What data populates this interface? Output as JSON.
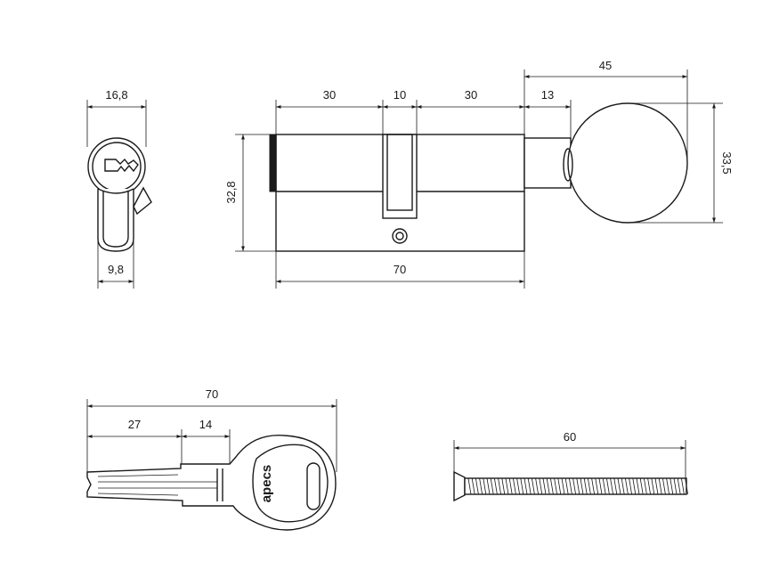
{
  "side_view": {
    "width_label": "16,8",
    "bottom_label": "9,8"
  },
  "front_view": {
    "dim_left": "30",
    "dim_middle": "10",
    "dim_right": "30",
    "dim_total": "70",
    "dim_height": "32,8",
    "dim_knob_stem": "13",
    "dim_knob_total": "45",
    "dim_knob_diameter": "33,5"
  },
  "key_view": {
    "dim_total": "70",
    "dim_blade": "27",
    "dim_shoulder": "14",
    "brand_text": "apecs"
  },
  "screw_view": {
    "dim_length": "60"
  },
  "colors": {
    "line": "#1a1a1a",
    "background": "#ffffff"
  }
}
